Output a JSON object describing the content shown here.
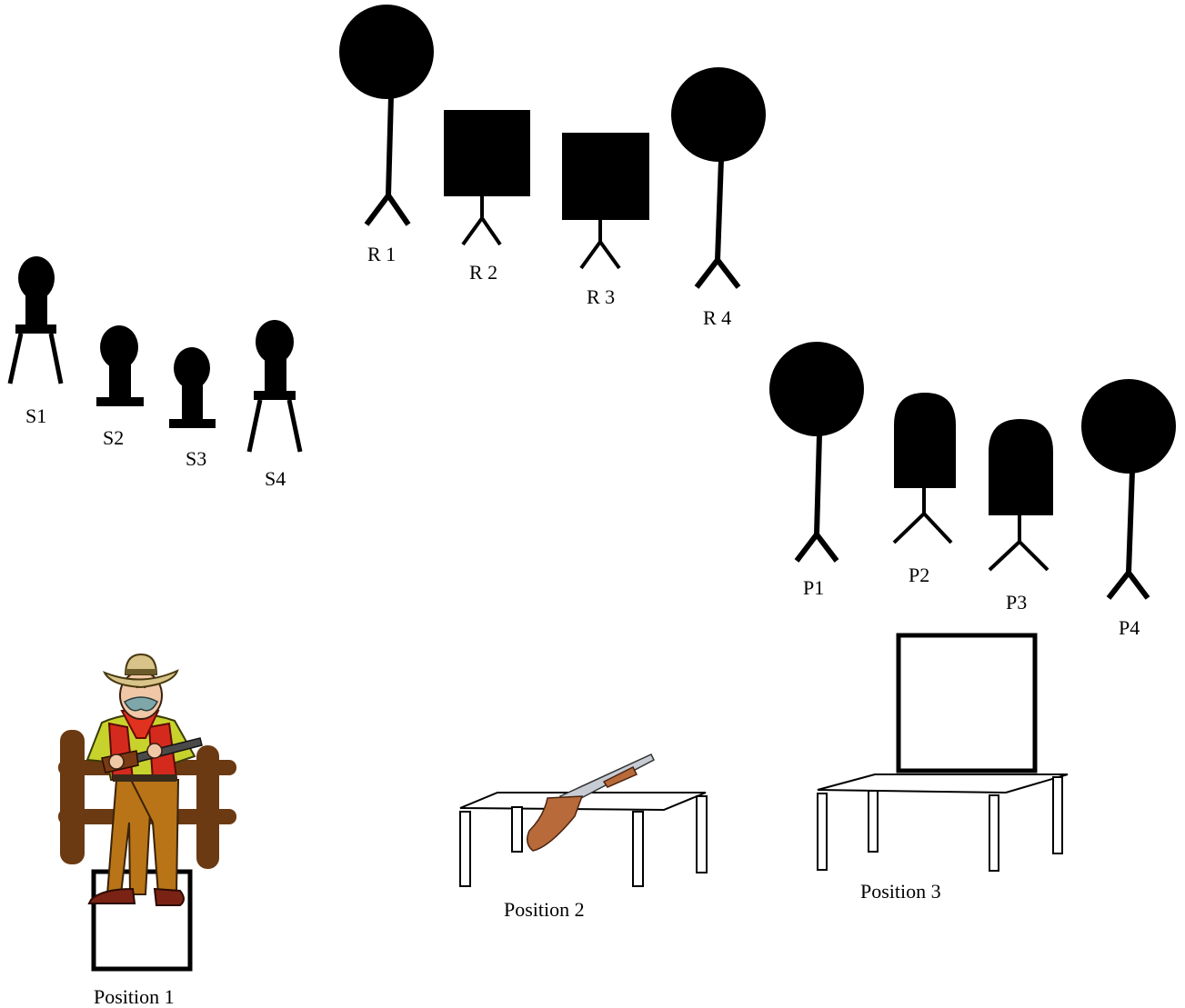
{
  "colors": {
    "target": "#000000",
    "background": "#ffffff",
    "fence": "#6b3a12",
    "hat": "#d8c48a",
    "shirt": "#c8d22c",
    "vest": "#d42a1e",
    "bandana": "#e0321f",
    "pants": "#b87416",
    "boots": "#7a2314",
    "rifle_stock": "#b86a3a",
    "rifle_metal": "#c7ccd4"
  },
  "labels": {
    "s1": "S1",
    "s2": "S2",
    "s3": "S3",
    "s4": "S4",
    "r1": "R 1",
    "r2": "R 2",
    "r3": "R 3",
    "r4": "R 4",
    "p1": "P1",
    "p2": "P2",
    "p3": "P3",
    "p4": "P4",
    "position1": "Position 1",
    "position2": "Position 2",
    "position3": "Position 3"
  },
  "icons": {
    "shooter": "cowboy-with-shotgun-icon",
    "rifle": "shotgun-icon"
  }
}
